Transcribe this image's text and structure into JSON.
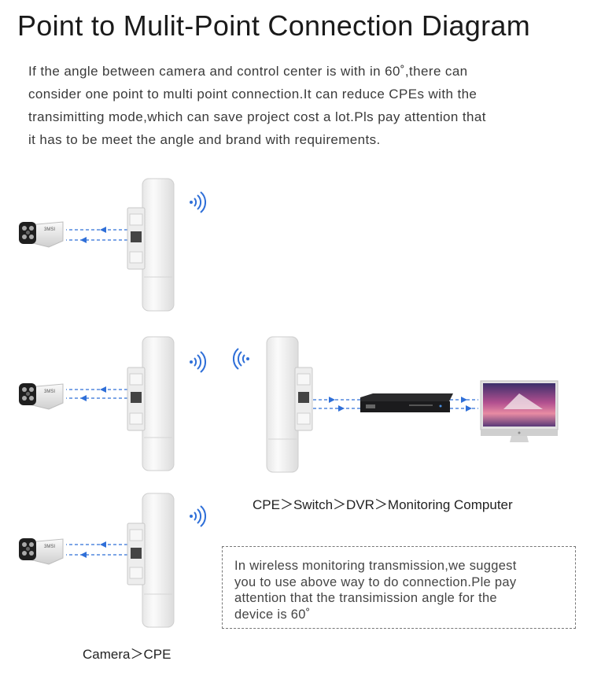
{
  "title": "Point to Mulit-Point Connection Diagram",
  "intro": {
    "lines": [
      "If the angle between camera and control center is with in 60˚,there can",
      "consider one point to multi point connection.It can reduce CPEs with the",
      "transimitting mode,which can save project cost a lot.Pls pay attention that",
      "it has to be meet the angle and brand with requirements."
    ]
  },
  "camera_brand": "3MSI",
  "chain_label": "CPE＞Switch＞DVR＞Monitoring Computer",
  "camera_label": "Camera＞CPE",
  "note": {
    "lines": [
      "In wireless monitoring transmission,we suggest",
      "you to use above way to do connection.Ple pay",
      "attention that the transimission angle for the",
      "device is 60˚"
    ]
  },
  "colors": {
    "arrow": "#2f6fd8",
    "signal": "#2f6fd8",
    "cpe": "#f3f3f3",
    "camera_body": "#e9e9e9",
    "camera_front": "#222222",
    "dvr": "#1d1d1f",
    "monitor_frame": "#d9d9d9"
  },
  "icons": [
    "wifi-signal-icon",
    "camera-icon",
    "cpe-icon",
    "dvr-icon",
    "monitor-icon",
    "apple-logo-icon"
  ]
}
